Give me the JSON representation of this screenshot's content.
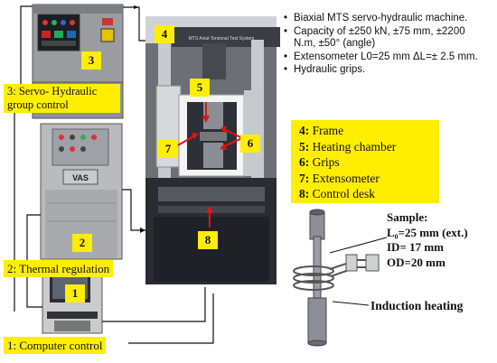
{
  "labels": {
    "servo_group": {
      "num": "3",
      "text": "3: Servo- Hydraulic group control"
    },
    "thermal": {
      "num": "2",
      "text": "2: Thermal regulation"
    },
    "computer": {
      "num": "1",
      "text": "1: Computer control"
    },
    "frame_num": "4",
    "heating_num": "5",
    "grips_num": "6",
    "extensometer_num": "7",
    "desk_num": "8"
  },
  "specs": [
    "Biaxial MTS servo-hydraulic machine.",
    "Capacity of ±250 kN, ±75 mm, ±2200 N.m, ±50° (angle)",
    "Extensometer L0=25 mm ΔL=± 2.5 mm.",
    "Hydraulic grips."
  ],
  "legend": [
    {
      "key": "4:",
      "label": "Frame"
    },
    {
      "key": "5:",
      "label": "Heating chamber"
    },
    {
      "key": "6:",
      "label": "Grips"
    },
    {
      "key": "7:",
      "label": "Extensometer"
    },
    {
      "key": "8:",
      "label": "Control desk"
    }
  ],
  "sample": {
    "title": "Sample:",
    "l0": "L₀=25 mm (ext.)",
    "id": "ID= 17 mm",
    "od": "OD=20 mm"
  },
  "induction_label": "Induction heating",
  "equipment_text": {
    "vas": "VAS",
    "machine_name": "MTS Axial-Torsional Test System"
  }
}
